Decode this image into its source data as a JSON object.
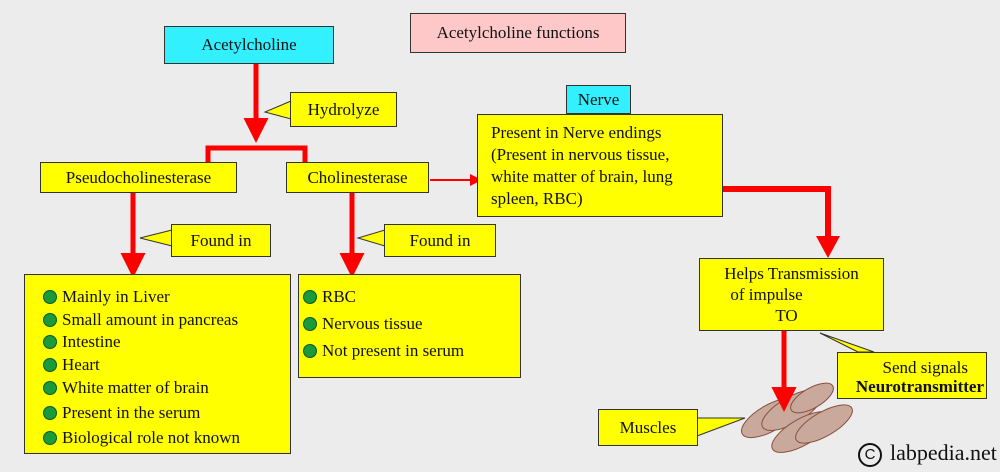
{
  "title": "Acetylcholine functions",
  "nodes": {
    "acetylcholine": "Acetylcholine",
    "hydrolyze": "Hydrolyze",
    "pseudocholinesterase": "Pseudocholinesterase",
    "cholinesterase": "Cholinesterase",
    "found_in_left": "Found in",
    "found_in_right": "Found in",
    "nerve": "Nerve",
    "nerve_line1": "Present in Nerve endings",
    "nerve_line2": "(Present in nervous tissue,",
    "nerve_line3": "white matter of brain, lung",
    "nerve_line4": "spleen, RBC)",
    "helps_line1": "Helps Transmission",
    "helps_line2": "of impulse",
    "helps_line3": "TO",
    "send_line1": "Send signals",
    "send_line2": "Neurotransmitter",
    "muscles": "Muscles"
  },
  "pseudo_list": [
    "Mainly in Liver",
    "Small amount in pancreas",
    "Intestine",
    "Heart",
    "White matter of brain",
    "Present in the serum",
    "Biological role not known"
  ],
  "chol_list": [
    "RBC",
    "Nervous tissue",
    "Not present in serum"
  ],
  "watermark": "labpedia.net",
  "copyright_symbol": "C",
  "colors": {
    "arrow": "#ff0000",
    "box_yellow": "#ffff00",
    "box_cyan": "#33f0ff",
    "box_pink": "#ffc8c8",
    "bullet": "#1a9a3a",
    "background": "#ececec"
  },
  "icons": [
    "copyright-icon",
    "muscle-fibers-image",
    "bullet-dot-icon"
  ]
}
